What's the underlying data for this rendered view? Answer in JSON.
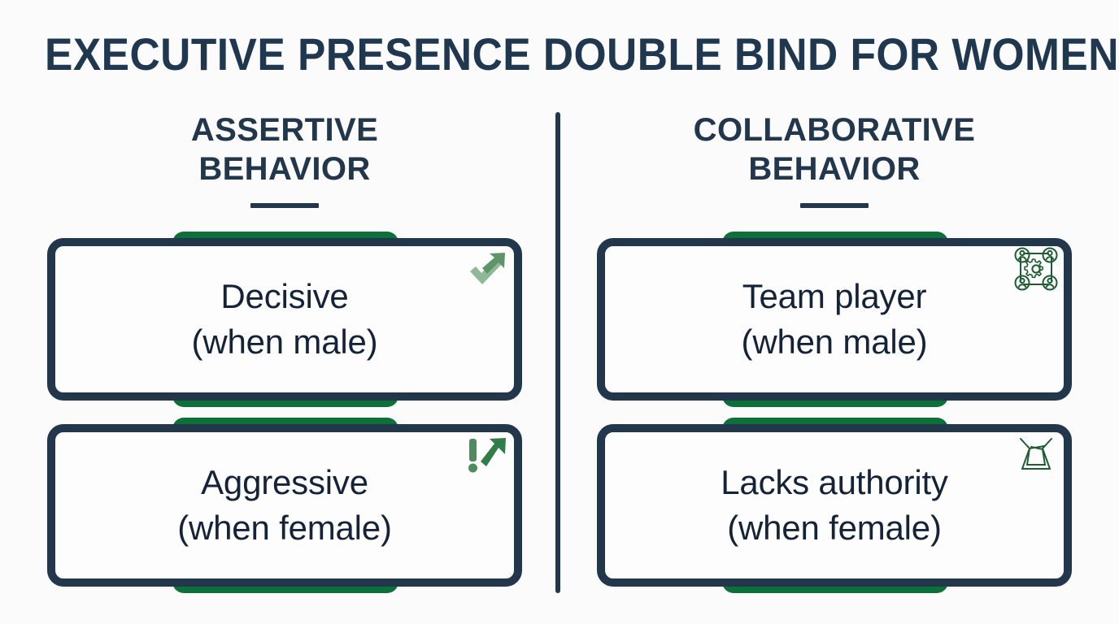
{
  "title": "EXECUTIVE PRESENCE DOUBLE BIND FOR WOMEN",
  "colors": {
    "background": "#fbfbfb",
    "navy": "#22374c",
    "navy_text": "#142338",
    "green_accent": "#0c7038",
    "icon_green_light": "#7fae85",
    "icon_green_dark": "#2f7d47",
    "icon_green_outline": "#1f5c33",
    "card_face": "#fdfdfd"
  },
  "columns": [
    {
      "id": "assertive",
      "heading": "ASSERTIVE\nBEHAVIOR",
      "cards": [
        {
          "id": "decisive-male",
          "label": "Decisive\n(when male)",
          "icon": "check-arrow-up-icon"
        },
        {
          "id": "aggressive-female",
          "label": "Aggressive\n(when female)",
          "icon": "exclamation-arrow-up-icon"
        }
      ]
    },
    {
      "id": "collaborative",
      "heading": "COLLABORATIVE\nBEHAVIOR",
      "cards": [
        {
          "id": "team-player-male",
          "label": "Team player\n(when male)",
          "icon": "team-network-gear-icon"
        },
        {
          "id": "lacks-authority-female",
          "label": "Lacks authority\n(when female)",
          "icon": "broken-box-icon"
        }
      ]
    }
  ]
}
